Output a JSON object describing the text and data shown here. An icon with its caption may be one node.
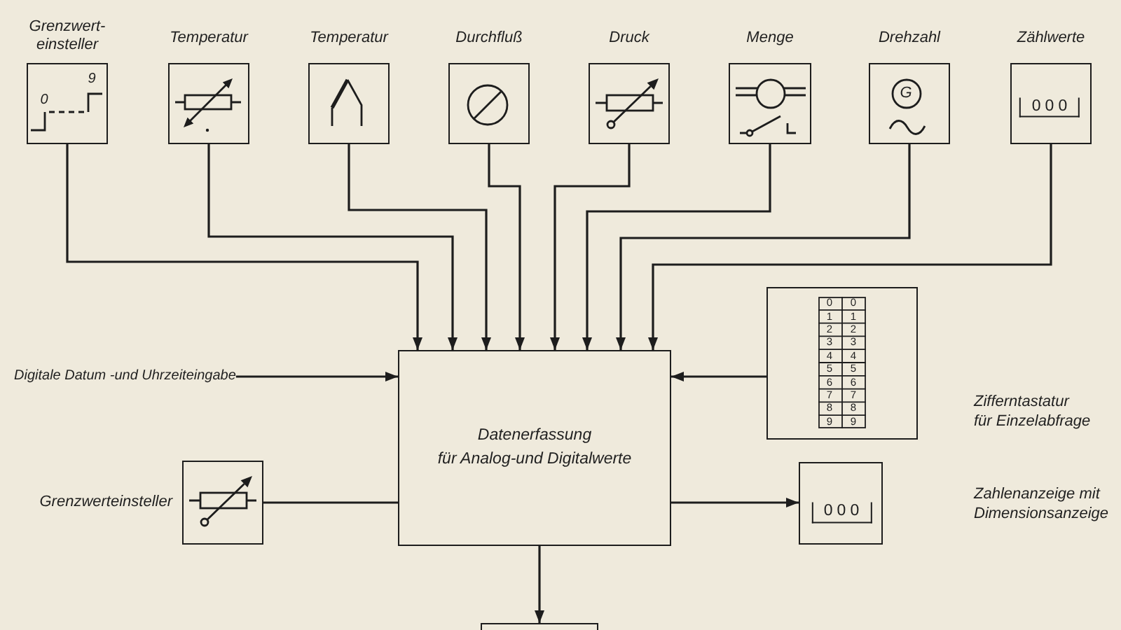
{
  "diagram": {
    "nodes": [
      {
        "text": [
          "Grenzwert- einsteller",
          "0",
          "9"
        ]
      },
      {
        "text": [
          "Temperatur"
        ]
      },
      {
        "text": [
          "Temperatur"
        ]
      },
      {
        "text": [
          "Durchfluß"
        ]
      },
      {
        "text": [
          "Druck"
        ]
      },
      {
        "text": [
          "Menge"
        ]
      },
      {
        "text": [
          "Drehzahl",
          "G"
        ]
      },
      {
        "text": [
          "Zählwerte",
          "000"
        ]
      },
      {
        "text": [
          "Digitale Datum -und Uhrzeiteingabe"
        ]
      },
      {
        "text": [
          "Datenerfassung für Analog-und Digitalwerte"
        ]
      },
      {
        "text": [
          "0",
          "0",
          "1",
          "1",
          "2",
          "2",
          "3",
          "3",
          "4",
          "4",
          "5",
          "5",
          "6",
          "6",
          "7",
          "7",
          "8",
          "8",
          "9",
          "9"
        ]
      },
      {
        "text": [
          "Grenzwerteinsteller"
        ]
      },
      {
        "text": [
          "000"
        ]
      },
      {
        "text": [],
        "shape": "box"
      }
    ],
    "edges": [
      {
        "from": 0,
        "to": 9,
        "arrow": "to"
      },
      {
        "from": 1,
        "to": 9,
        "arrow": "to"
      },
      {
        "from": 2,
        "to": 9,
        "arrow": "to"
      },
      {
        "from": 3,
        "to": 9,
        "arrow": "to"
      },
      {
        "from": 4,
        "to": 9,
        "arrow": "to"
      },
      {
        "from": 5,
        "to": 9,
        "arrow": "to"
      },
      {
        "from": 6,
        "to": 9,
        "arrow": "to"
      },
      {
        "from": 7,
        "to": 9,
        "arrow": "to"
      },
      {
        "from": 8,
        "to": 9,
        "arrow": "to"
      },
      {
        "from": 10,
        "to": 9,
        "arrow": "to"
      },
      {
        "from": 11,
        "to": 9,
        "arrow": "none"
      },
      {
        "from": 9,
        "to": 12,
        "arrow": "to"
      },
      {
        "from": 9,
        "to": 13,
        "arrow": "to"
      }
    ],
    "labels": [
      "Zifferntastatur für Einzelabfrage",
      "Zahlenanzeige mit Dimensionsanzeige"
    ]
  }
}
